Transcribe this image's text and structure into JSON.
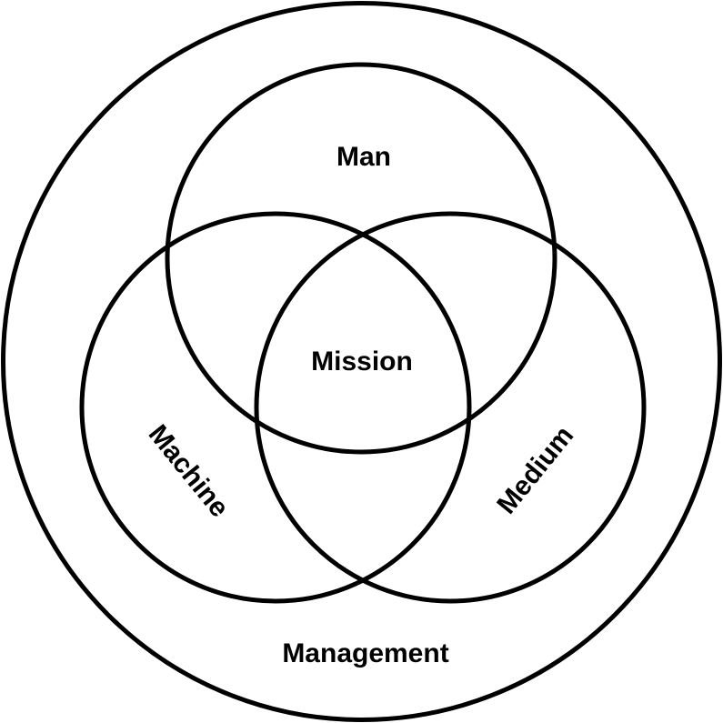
{
  "diagram": {
    "type": "venn",
    "outer_label": "Management",
    "circles": [
      {
        "id": "man",
        "label": "Man"
      },
      {
        "id": "machine",
        "label": "Machine"
      },
      {
        "id": "medium",
        "label": "Medium"
      }
    ],
    "center_label": "Mission",
    "colors": {
      "stroke": "#000000",
      "background": "#ffffff",
      "text": "#000000"
    }
  }
}
